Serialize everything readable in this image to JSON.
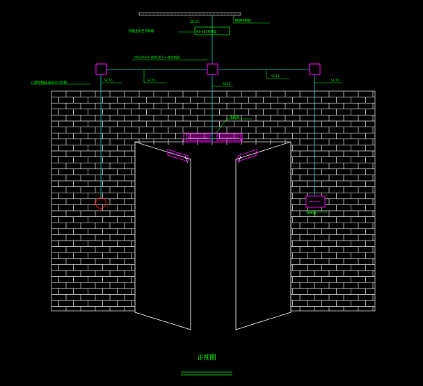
{
  "drawing": {
    "title": "正视图",
    "colors": {
      "background": "#000000",
      "wall_lines": "#e8e8e8",
      "cable": "#00cccc",
      "label": "#00ff00",
      "device": "#ff00ff",
      "alarm": "#ff0000"
    },
    "labels": {
      "top_box": "RS-485接线盒",
      "top_right": "网络控制器",
      "top_left": "管理主机至控制器",
      "top_small": "ZR-2C",
      "bus_line": "RVS/RVVP 总线 至下一台控制器",
      "left_note": "门禁控制器 安装于门内侧",
      "seg1": "SC15",
      "seg2": "SC15",
      "seg3": "SC15",
      "seg4": "SC15",
      "seg5": "SC15",
      "lock_label": "电磁锁",
      "reader_label": "读卡器"
    }
  }
}
